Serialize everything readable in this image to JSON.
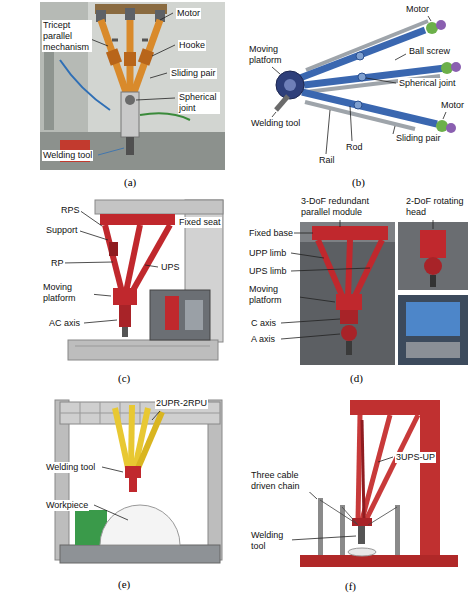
{
  "diagram": {
    "labels": [
      "Tricept parallel mechanism",
      "Motor",
      "Hooke",
      "Sliding pair",
      "Spherical joint",
      "Welding tool",
      "(a)",
      "Motor",
      "Moving platform",
      "Ball screw",
      "Spherical joint",
      "Motor",
      "Welding tool",
      "Sliding pair",
      "Rod",
      "Rail",
      "(b)",
      "RPS",
      "Support",
      "Fixed seat",
      "RP",
      "UPS",
      "Moving platform",
      "AC axis",
      "(c)",
      "3-DoF redundant parallel module",
      "2-DoF rotating head",
      "Fixed base",
      "UPP limb",
      "UPS limb",
      "Moving platform",
      "C axis",
      "A axis",
      "(d)",
      "2UPR-2RPU",
      "Welding tool",
      "Workpiece",
      "(e)",
      "3UPS-UP",
      "Three cable driven chain",
      "Welding tool",
      "(f)"
    ]
  }
}
